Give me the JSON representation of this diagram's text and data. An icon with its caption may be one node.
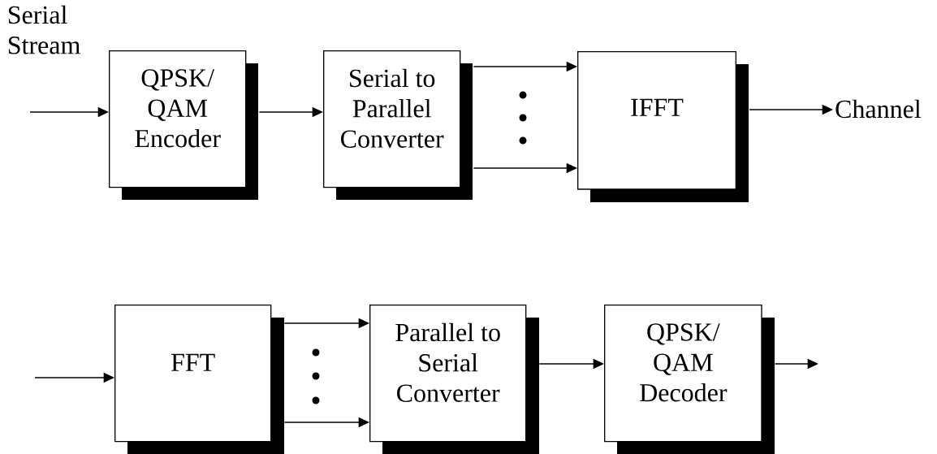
{
  "diagram": {
    "nodes": [
      {
        "text": [
          "QPSK/ QAM Encoder"
        ]
      },
      {
        "text": [
          "Serial to Parallel Converter"
        ]
      },
      {
        "text": [
          "IFFT"
        ]
      },
      {
        "text": [
          "Channel"
        ]
      },
      {
        "text": [
          "FFT"
        ]
      },
      {
        "text": [
          "Parallel to Serial Converter"
        ]
      },
      {
        "text": [
          "QPSK/ QAM Decoder"
        ]
      }
    ],
    "edges": [
      {
        "from": null,
        "to": 0,
        "arrow": "to"
      },
      {
        "from": 0,
        "to": 1,
        "arrow": "to"
      },
      {
        "from": 1,
        "to": 2,
        "arrow": "to"
      },
      {
        "from": 1,
        "to": 2,
        "arrow": "to"
      },
      {
        "from": 2,
        "to": 3,
        "arrow": "to"
      },
      {
        "from": null,
        "to": 4,
        "arrow": "to"
      },
      {
        "from": 4,
        "to": 5,
        "arrow": "to"
      },
      {
        "from": 4,
        "to": 5,
        "arrow": "to"
      },
      {
        "from": 5,
        "to": 6,
        "arrow": "to"
      },
      {
        "from": 6,
        "to": null,
        "arrow": "to"
      }
    ],
    "labels": [
      "Serial Stream"
    ]
  }
}
